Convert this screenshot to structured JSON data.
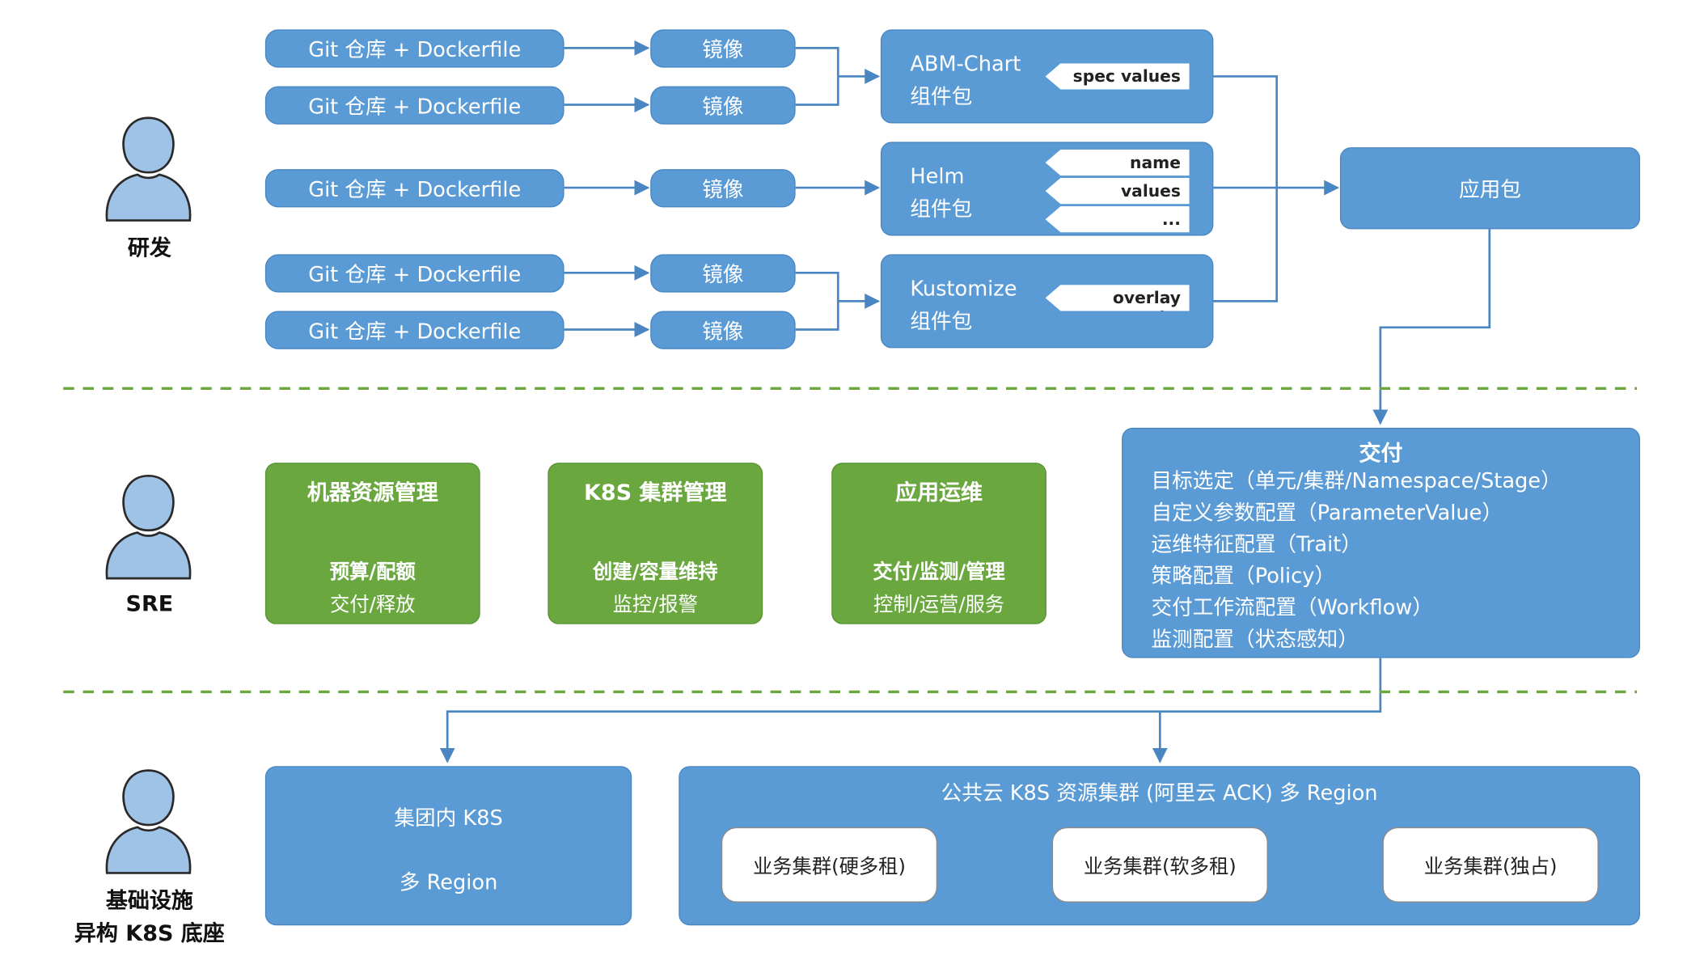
{
  "roles": {
    "dev": "研发",
    "sre": "SRE",
    "infra_line1": "基础设施",
    "infra_line2": "异构 K8S 底座"
  },
  "dev": {
    "sources": [
      "Git 仓库 + Dockerfile",
      "Git 仓库 + Dockerfile",
      "Git 仓库 + Dockerfile",
      "Git 仓库 + Dockerfile",
      "Git 仓库 + Dockerfile"
    ],
    "images": [
      "镜像",
      "镜像",
      "镜像",
      "镜像",
      "镜像"
    ],
    "components": [
      {
        "title": "ABM-Chart",
        "subtitle": "组件包",
        "tags": [
          "spec values"
        ]
      },
      {
        "title": "Helm",
        "subtitle": "组件包",
        "tags": [
          "name",
          "values",
          "..."
        ]
      },
      {
        "title": "Kustomize",
        "subtitle": "组件包",
        "tags": [
          "overlay paths"
        ]
      }
    ],
    "app_package": "应用包"
  },
  "sre": {
    "cards": [
      {
        "title": "机器资源管理",
        "line1": "预算/配额",
        "line2": "交付/释放"
      },
      {
        "title": "K8S 集群管理",
        "line1": "创建/容量维持",
        "line2": "监控/报警"
      },
      {
        "title": "应用运维",
        "line1": "交付/监测/管理",
        "line2": "控制/运营/服务"
      }
    ],
    "delivery": {
      "title": "交付",
      "items": [
        "目标选定（单元/集群/Namespace/Stage）",
        "自定义参数配置（ParameterValue）",
        "运维特征配置（Trait）",
        "策略配置（Policy）",
        "交付工作流配置（Workflow）",
        "监测配置（状态感知）"
      ]
    }
  },
  "infra": {
    "internal": {
      "line1": "集团内 K8S",
      "line2": "多 Region"
    },
    "public": {
      "title": "公共云 K8S 资源集群 (阿里云 ACK) 多 Region",
      "clusters": [
        "业务集群(硬多租)",
        "业务集群(软多租)",
        "业务集群(独占)"
      ]
    }
  },
  "colors": {
    "blue": "#5b9bd5",
    "green": "#6aa83f",
    "divider": "#6aa83f",
    "person": "#9ec3e6"
  }
}
